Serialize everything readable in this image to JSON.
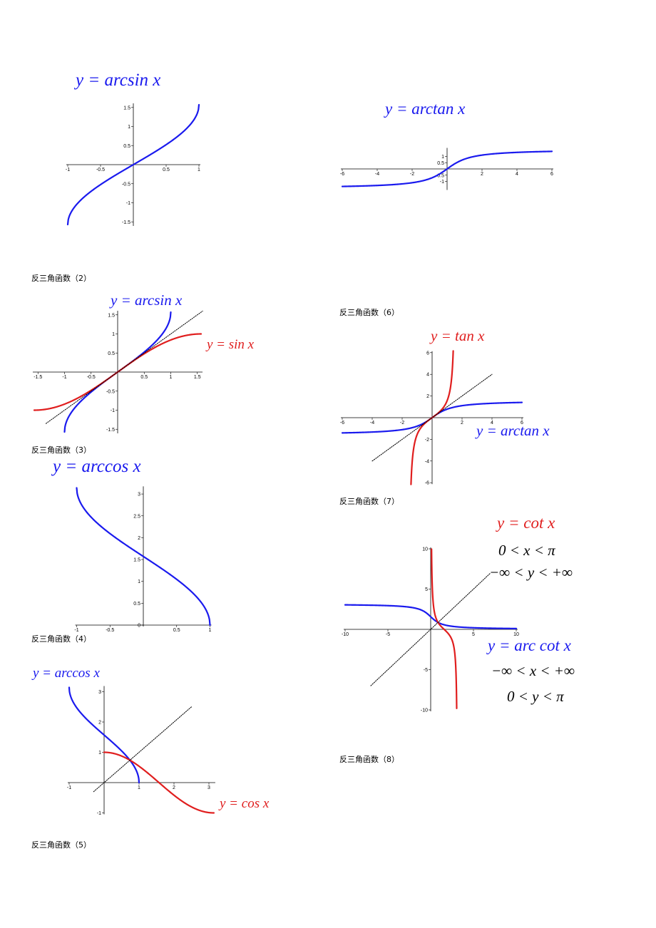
{
  "colors": {
    "blue": "#1a1aee",
    "red": "#e01e1e",
    "axis": "#000000",
    "dotted": "#000000"
  },
  "captions": {
    "c2": "反三角函数（2）",
    "c3": "反三角函数（3）",
    "c4": "反三角函数（4）",
    "c5": "反三角函数（5）",
    "c6": "反三角函数（6）",
    "c7": "反三角函数（7）",
    "c8": "反三角函数（8）"
  },
  "chart_data": [
    {
      "id": "arcsin",
      "type": "line",
      "title": "y = arcsin x",
      "xlim": [
        -1,
        1
      ],
      "ylim": [
        -1.5708,
        1.5708
      ],
      "xticks": [
        "-1",
        "-0.5",
        "0.5",
        "1"
      ],
      "xtick_values": [
        -1,
        -0.5,
        0.5,
        1
      ],
      "yticks": [
        "1.5",
        "1",
        "0.5",
        "-0.5",
        "-1",
        "-1.5"
      ],
      "ytick_values": [
        1.5,
        1,
        0.5,
        -0.5,
        -1,
        -1.5
      ],
      "series": [
        {
          "fn": "arcsin",
          "color": "blue",
          "domain": [
            -1,
            1
          ]
        }
      ],
      "labels": [
        {
          "text": "y = arcsin x",
          "color": "blue"
        }
      ]
    },
    {
      "id": "arcsin_sin",
      "type": "line",
      "xlim": [
        -1.5708,
        1.5708
      ],
      "ylim": [
        -1.5708,
        1.5708
      ],
      "xticks": [
        "-1.5",
        "-1",
        "-0.5",
        "0.5",
        "1",
        "1.5"
      ],
      "xtick_values": [
        -1.5,
        -1,
        -0.5,
        0.5,
        1,
        1.5
      ],
      "yticks": [
        "1.5",
        "1",
        "0.5",
        "-0.5",
        "-1",
        "-1.5"
      ],
      "ytick_values": [
        1.5,
        1,
        0.5,
        -0.5,
        -1,
        -1.5
      ],
      "series": [
        {
          "fn": "arcsin",
          "color": "blue",
          "domain": [
            -1,
            1
          ]
        },
        {
          "fn": "sin",
          "color": "red",
          "domain": [
            -1.5708,
            1.5708
          ]
        },
        {
          "fn": "identity",
          "color": "dotted",
          "domain": [
            -1.35,
            1.6
          ]
        }
      ],
      "labels": [
        {
          "text": "y = arcsin x",
          "color": "blue"
        },
        {
          "text": "y = sin x",
          "color": "red"
        }
      ]
    },
    {
      "id": "arccos",
      "type": "line",
      "title": "y = arccos x",
      "xlim": [
        -1,
        1
      ],
      "ylim": [
        0,
        3.1416
      ],
      "xticks": [
        "-1",
        "-0.5",
        "0.5",
        "1"
      ],
      "xtick_values": [
        -1,
        -0.5,
        0.5,
        1
      ],
      "yticks": [
        "3",
        "2.5",
        "2",
        "1.5",
        "1",
        "0.5",
        "0"
      ],
      "ytick_values": [
        3,
        2.5,
        2,
        1.5,
        1,
        0.5,
        0
      ],
      "series": [
        {
          "fn": "arccos",
          "color": "blue",
          "domain": [
            -1,
            1
          ]
        }
      ],
      "labels": [
        {
          "text": "y = arccos x",
          "color": "blue"
        }
      ]
    },
    {
      "id": "arccos_cos",
      "type": "line",
      "xlim": [
        -1,
        3.1416
      ],
      "ylim": [
        -1,
        3.1416
      ],
      "xticks": [
        "-1",
        "1",
        "2",
        "3"
      ],
      "xtick_values": [
        -1,
        1,
        2,
        3
      ],
      "yticks": [
        "3",
        "2",
        "1",
        "-1"
      ],
      "ytick_values": [
        3,
        2,
        1,
        -1
      ],
      "series": [
        {
          "fn": "arccos",
          "color": "blue",
          "domain": [
            -1,
            1
          ]
        },
        {
          "fn": "cos",
          "color": "red",
          "domain": [
            0,
            3.1416
          ]
        },
        {
          "fn": "identity",
          "color": "dotted",
          "domain": [
            -0.3,
            2.5
          ]
        }
      ],
      "labels": [
        {
          "text": "y = arccos x",
          "color": "blue"
        },
        {
          "text": "y = cos x",
          "color": "red"
        }
      ]
    },
    {
      "id": "arctan",
      "type": "line",
      "title": "y = arctan x",
      "xlim": [
        -6,
        6
      ],
      "ylim": [
        -1.5708,
        1.5708
      ],
      "xticks": [
        "-6",
        "-4",
        "-2",
        "2",
        "4",
        "6"
      ],
      "xtick_values": [
        -6,
        -4,
        -2,
        2,
        4,
        6
      ],
      "yticks": [
        "1",
        "0.5",
        "-0.5",
        "-1"
      ],
      "ytick_values": [
        1,
        0.5,
        -0.5,
        -1
      ],
      "series": [
        {
          "fn": "arctan",
          "color": "blue",
          "domain": [
            -6,
            6
          ]
        }
      ],
      "labels": [
        {
          "text": "y = arctan x",
          "color": "blue"
        }
      ]
    },
    {
      "id": "arctan_tan",
      "type": "line",
      "xlim": [
        -6,
        6
      ],
      "ylim": [
        -6,
        6
      ],
      "xticks": [
        "-6",
        "-4",
        "-2",
        "2",
        "4",
        "6"
      ],
      "xtick_values": [
        -6,
        -4,
        -2,
        2,
        4,
        6
      ],
      "yticks": [
        "6",
        "4",
        "2",
        "-2",
        "-4",
        "-6"
      ],
      "ytick_values": [
        6,
        4,
        2,
        -2,
        -4,
        -6
      ],
      "series": [
        {
          "fn": "arctan",
          "color": "blue",
          "domain": [
            -6,
            6
          ]
        },
        {
          "fn": "tan",
          "color": "red",
          "domain": [
            -1.41,
            1.41
          ]
        },
        {
          "fn": "identity",
          "color": "dotted",
          "domain": [
            -4,
            4
          ]
        }
      ],
      "labels": [
        {
          "text": "y = tan x",
          "color": "red"
        },
        {
          "text": "y = arctan x",
          "color": "blue"
        }
      ]
    },
    {
      "id": "arccot_cot",
      "type": "line",
      "xlim": [
        -10,
        10
      ],
      "ylim": [
        -10,
        10
      ],
      "xticks": [
        "-10",
        "-5",
        "5",
        "10"
      ],
      "xtick_values": [
        -10,
        -5,
        5,
        10
      ],
      "yticks": [
        "10",
        "5",
        "-5",
        "-10"
      ],
      "ytick_values": [
        10,
        5,
        -5,
        -10
      ],
      "series": [
        {
          "fn": "arccot",
          "color": "blue",
          "domain": [
            -10,
            10
          ]
        },
        {
          "fn": "cot",
          "color": "red",
          "domain": [
            0.1,
            3.04
          ]
        },
        {
          "fn": "identity",
          "color": "dotted",
          "domain": [
            -7,
            7
          ]
        }
      ],
      "labels": [
        {
          "text": "y = cot x",
          "color": "red"
        },
        {
          "text": "0 < x < π",
          "color": "black"
        },
        {
          "text": "−∞ < y < +∞",
          "color": "black"
        },
        {
          "text": "y = arc cot x",
          "color": "blue"
        },
        {
          "text": "−∞ < x < +∞",
          "color": "black"
        },
        {
          "text": "0 < y < π",
          "color": "black"
        }
      ]
    }
  ]
}
